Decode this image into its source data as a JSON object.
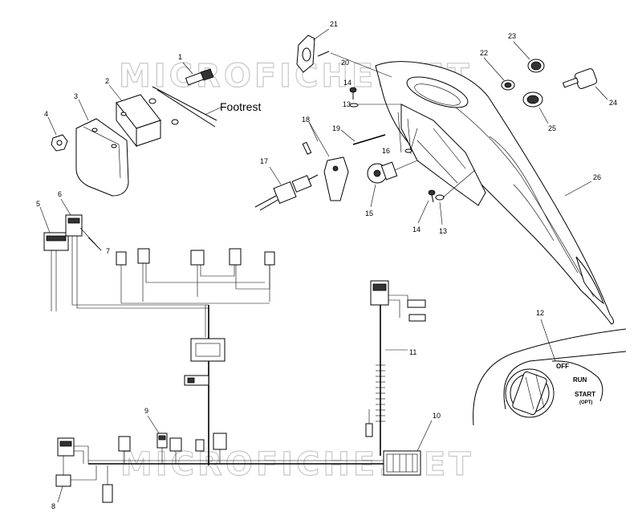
{
  "watermark": {
    "top": "MICROFICHE.NET",
    "bottom": "MICROFICHE.NET"
  },
  "labels": {
    "footrest": "Footrest",
    "switch_off": "OFF",
    "switch_run": "RUN",
    "switch_start": "START",
    "switch_opt": "(OPT)"
  },
  "callouts": {
    "c1": "1",
    "c2": "2",
    "c3": "3",
    "c4": "4",
    "c5": "5",
    "c6": "6",
    "c7": "7",
    "c8": "8",
    "c9": "9",
    "c10": "10",
    "c11": "11",
    "c12": "12",
    "c13a": "13",
    "c13b": "13",
    "c14a": "14",
    "c14b": "14",
    "c15": "15",
    "c16": "16",
    "c17": "17",
    "c18": "18",
    "c19": "19",
    "c20": "20",
    "c21": "21",
    "c22": "22",
    "c23": "23",
    "c24": "24",
    "c25": "25",
    "c26": "26"
  }
}
